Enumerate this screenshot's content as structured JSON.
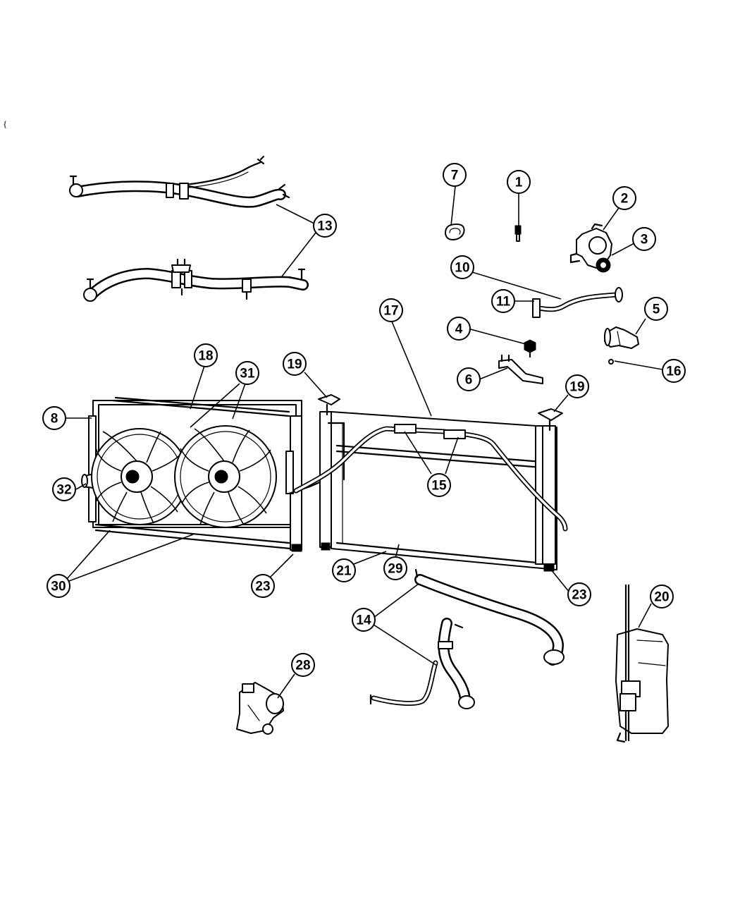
{
  "diagram": {
    "stray_mark": "{",
    "callouts": [
      {
        "id": "1",
        "label": "1"
      },
      {
        "id": "2",
        "label": "2"
      },
      {
        "id": "3",
        "label": "3"
      },
      {
        "id": "4",
        "label": "4"
      },
      {
        "id": "5",
        "label": "5"
      },
      {
        "id": "6",
        "label": "6"
      },
      {
        "id": "7",
        "label": "7"
      },
      {
        "id": "8",
        "label": "8"
      },
      {
        "id": "10",
        "label": "10"
      },
      {
        "id": "11",
        "label": "11"
      },
      {
        "id": "13",
        "label": "13"
      },
      {
        "id": "14",
        "label": "14"
      },
      {
        "id": "15",
        "label": "15"
      },
      {
        "id": "16",
        "label": "16"
      },
      {
        "id": "17",
        "label": "17"
      },
      {
        "id": "18",
        "label": "18"
      },
      {
        "id": "19a",
        "label": "19"
      },
      {
        "id": "19b",
        "label": "19"
      },
      {
        "id": "20",
        "label": "20"
      },
      {
        "id": "21",
        "label": "21"
      },
      {
        "id": "23a",
        "label": "23"
      },
      {
        "id": "23b",
        "label": "23"
      },
      {
        "id": "28",
        "label": "28"
      },
      {
        "id": "29",
        "label": "29"
      },
      {
        "id": "30",
        "label": "30"
      },
      {
        "id": "31",
        "label": "31"
      },
      {
        "id": "32",
        "label": "32"
      }
    ]
  }
}
